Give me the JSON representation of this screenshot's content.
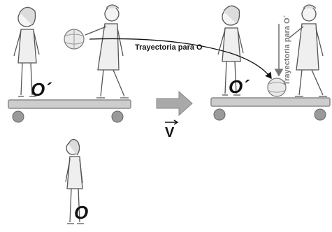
{
  "labels": {
    "left_observer": "O´",
    "right_observer": "O´",
    "ground_observer": "O",
    "velocity": "V",
    "trajectory_o": "Trayectoria para O",
    "trajectory_o_prime": "Trayectoria para O´"
  },
  "colors": {
    "cart": "#cdcdcd",
    "cart_stroke": "#8a8a8a",
    "wheel": "#9a9a9a",
    "arrow_fill": "#a9a9a9",
    "ball": "#e9e9e9",
    "figure_stroke": "#555555",
    "text": "#111111"
  },
  "icons": {
    "arrow": "right-arrow-icon",
    "ball": "ball-icon"
  }
}
